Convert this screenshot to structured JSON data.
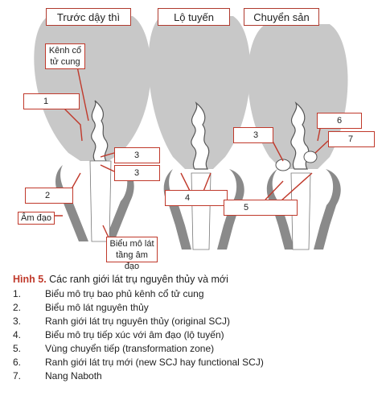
{
  "titles": {
    "before_puberty": "Trước dậy thì",
    "ectropion": "Lộ tuyến",
    "transformation": "Chuyển sản"
  },
  "callouts": {
    "canal": "Kênh cổ tử cung",
    "vagina": "Âm đạo",
    "vaginal_epithelium": "Biểu mô lát tầng âm đạo",
    "n1": "1",
    "n2": "2",
    "n3a": "3",
    "n3b": "3",
    "n3c": "3",
    "n4": "4",
    "n5": "5",
    "n6": "6",
    "n7": "7"
  },
  "caption": {
    "figure_label": "Hình 5.",
    "figure_text": "Các ranh giới lát trụ nguyên thủy và mới",
    "items": [
      {
        "num": "1.",
        "text": "Biểu mô trụ bao phủ kênh cổ tử cung"
      },
      {
        "num": "2.",
        "text": "Biểu mô lát nguyên thủy"
      },
      {
        "num": "3.",
        "text": "Ranh giới lát trụ nguyên thủy (original SCJ)"
      },
      {
        "num": "4.",
        "text": "Biểu mô trụ tiếp xúc với âm đạo (lộ tuyến)"
      },
      {
        "num": "5.",
        "text": "Vùng chuyển tiếp (transformation zone)"
      },
      {
        "num": "6.",
        "text": "Ranh giới lát trụ mới (new SCJ hay functional SCJ)"
      },
      {
        "num": "7.",
        "text": "Nang Naboth"
      }
    ]
  },
  "colors": {
    "uterus_fill": "#c8c8c8",
    "wall_fill": "#8a8a8a",
    "callout_border": "#c0392b",
    "figure_label": "#c0392b"
  }
}
